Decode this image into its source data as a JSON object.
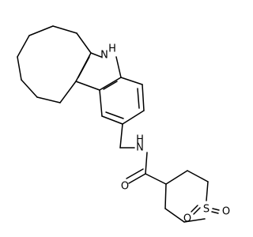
{
  "molecule": {
    "atom_labels": {
      "indole_nh_n": "N",
      "indole_nh_h": "H",
      "amide_n": "N",
      "amide_h": "H",
      "carbonyl_o": "O",
      "sulfur": "S",
      "sulfone_o_left": "O",
      "sulfone_o_right": "O"
    },
    "colors": {
      "bond": "#000000",
      "label": "#000000",
      "background": "#ffffff"
    }
  }
}
